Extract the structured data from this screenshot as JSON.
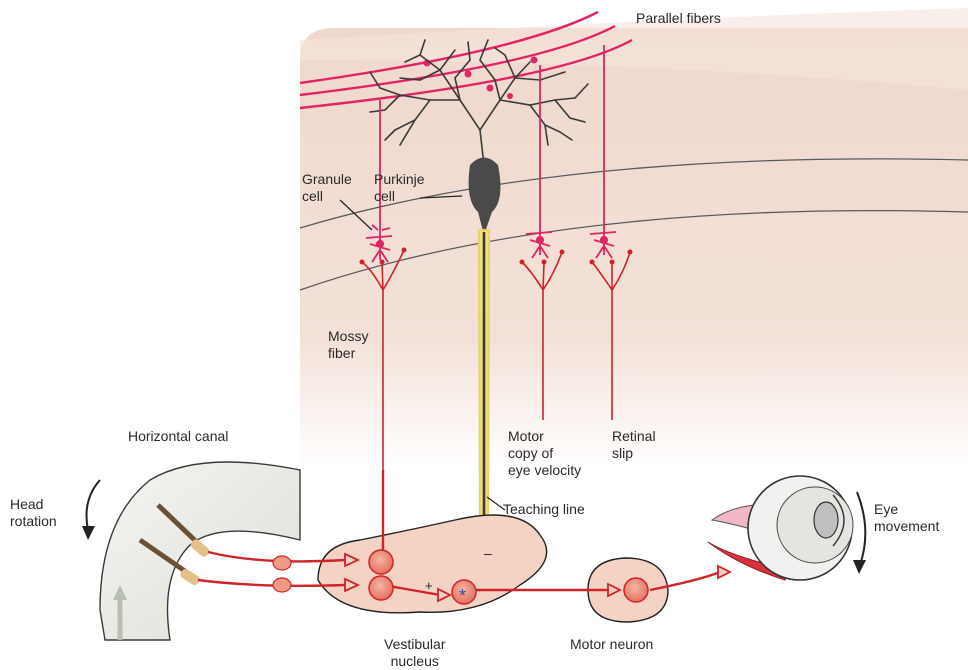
{
  "labels": {
    "parallel_fibers": "Parallel fibers",
    "granule_cell": [
      "Granule",
      "cell"
    ],
    "purkinje_cell": [
      "Purkinje",
      "cell"
    ],
    "mossy_fiber": [
      "Mossy",
      "fiber"
    ],
    "motor_copy": [
      "Motor",
      "copy of",
      "eye velocity"
    ],
    "retinal_slip": [
      "Retinal",
      "slip"
    ],
    "teaching_line": "Teaching line",
    "horizontal_canal": "Horizontal canal",
    "head_rotation": [
      "Head",
      "rotation"
    ],
    "eye_movement": [
      "Eye",
      "movement"
    ],
    "vestibular_nucleus": [
      "Vestibular",
      "nucleus"
    ],
    "motor_neuron": "Motor neuron",
    "plus_sign": "+",
    "minus_sign": "–",
    "asterisk": "*"
  },
  "colors": {
    "fiber_red": "#d0232a",
    "granule_pink": "#e22464",
    "purkinje_dark": "#4a4a4a",
    "teaching_yellow": "#f3e07a",
    "tissue": "#f1dcd2",
    "nucleus_fill": "#f4d2c4",
    "cell_fill": "#f09a86"
  }
}
